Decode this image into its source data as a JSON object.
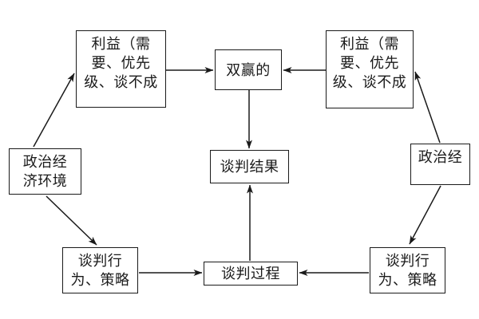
{
  "colors": {
    "ink": "#1a1a1a",
    "background": "#ffffff"
  },
  "diagram": {
    "nodes": [
      {
        "id": "interests-left",
        "label": "利益（需要、优先级、谈不成",
        "lines": [
          "利益（需",
          "要、优先",
          "级、谈不成"
        ]
      },
      {
        "id": "win-win",
        "label": "双赢的",
        "lines": [
          "双赢的"
        ]
      },
      {
        "id": "interests-right",
        "label": "利益（需要、优先级、谈不成",
        "lines": [
          "利益（需",
          "要、优先",
          "级、谈不成"
        ]
      },
      {
        "id": "env-left",
        "label": "政治经济环境",
        "lines": [
          "政治经",
          "济环境"
        ]
      },
      {
        "id": "outcome",
        "label": "谈判结果",
        "lines": [
          "谈判结果"
        ]
      },
      {
        "id": "env-right",
        "label": "政治经",
        "lines": [
          "政治经"
        ]
      },
      {
        "id": "behavior-left",
        "label": "谈判行为、策略",
        "lines": [
          "谈判行",
          "为、策略"
        ]
      },
      {
        "id": "process",
        "label": "谈判过程",
        "lines": [
          "谈判过程"
        ]
      },
      {
        "id": "behavior-right",
        "label": "谈判行为、策略",
        "lines": [
          "谈判行",
          "为、策略"
        ]
      }
    ],
    "edges": [
      {
        "from": "env-left",
        "to": "interests-left"
      },
      {
        "from": "interests-left",
        "to": "win-win"
      },
      {
        "from": "interests-right",
        "to": "win-win"
      },
      {
        "from": "env-right",
        "to": "interests-right"
      },
      {
        "from": "win-win",
        "to": "outcome"
      },
      {
        "from": "process",
        "to": "outcome"
      },
      {
        "from": "env-left",
        "to": "behavior-left"
      },
      {
        "from": "behavior-left",
        "to": "process"
      },
      {
        "from": "behavior-right",
        "to": "process"
      },
      {
        "from": "env-right",
        "to": "behavior-right"
      }
    ]
  }
}
